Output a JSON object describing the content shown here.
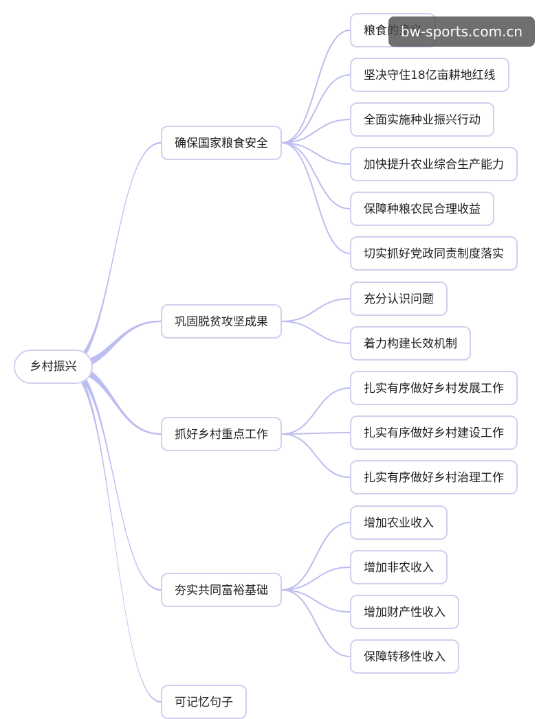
{
  "root": {
    "label": "乡村振兴"
  },
  "branches": [
    {
      "label": "确保国家粮食安全",
      "children": [
        "粮食的意义",
        "坚决守住18亿亩耕地红线",
        "全面实施种业振兴行动",
        "加快提升农业综合生产能力",
        "保障种粮农民合理收益",
        "切实抓好党政同责制度落实"
      ]
    },
    {
      "label": "巩固脱贫攻坚成果",
      "children": [
        "充分认识问题",
        "着力构建长效机制"
      ]
    },
    {
      "label": "抓好乡村重点工作",
      "children": [
        "扎实有序做好乡村发展工作",
        "扎实有序做好乡村建设工作",
        "扎实有序做好乡村治理工作"
      ]
    },
    {
      "label": "夯实共同富裕基础",
      "children": [
        "增加农业收入",
        "增加非农收入",
        "增加财产性收入",
        "保障转移性收入"
      ]
    },
    {
      "label": "可记忆句子",
      "children": []
    }
  ],
  "watermark": "bw-sports.com.cn",
  "colors": {
    "line": "#bcbdf0",
    "node_border": "#cfd0ef",
    "text": "#1f1f1f"
  }
}
